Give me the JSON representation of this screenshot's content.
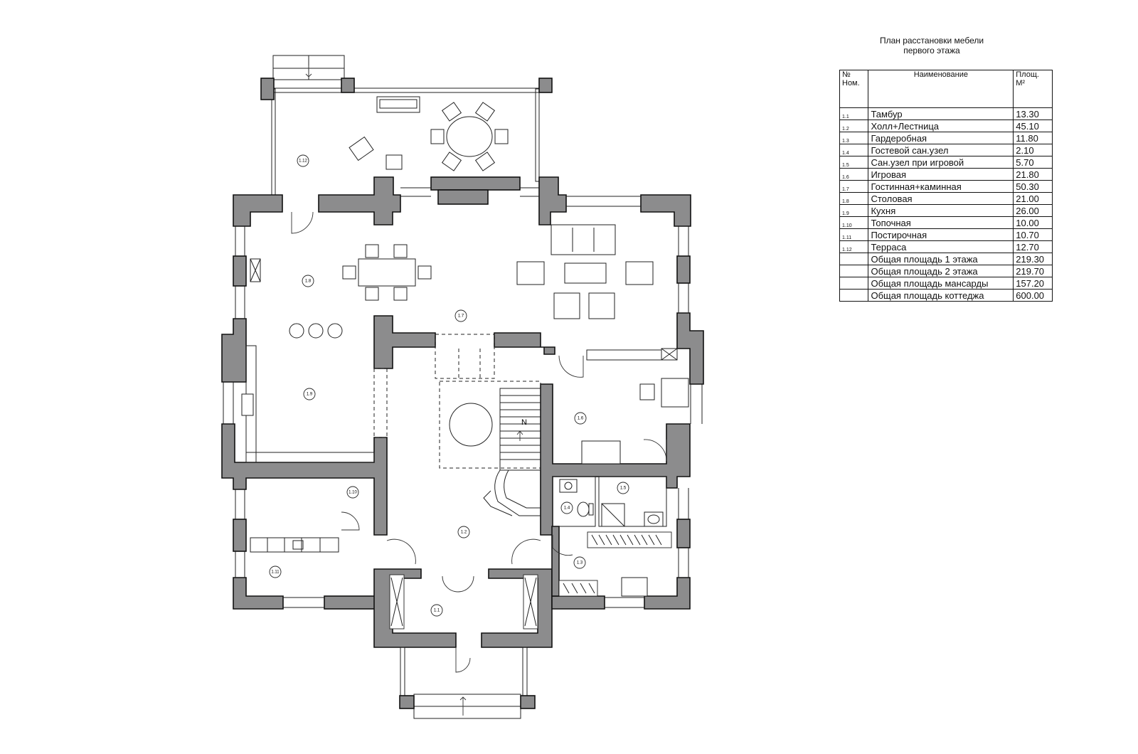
{
  "legend": {
    "title_line1": "План расстановки мебели",
    "title_line2": "первого этажа",
    "col_num": "№ Ном.",
    "col_name": "Наименование",
    "col_area": "Площ. М²",
    "rows": [
      {
        "num": "1.1",
        "name": "Тамбур",
        "area": "13.30"
      },
      {
        "num": "1.2",
        "name": "Холл+Лестница",
        "area": "45.10"
      },
      {
        "num": "1.3",
        "name": "Гардеробная",
        "area": "11.80"
      },
      {
        "num": "1.4",
        "name": "Гостевой сан.узел",
        "area": "2.10"
      },
      {
        "num": "1.5",
        "name": "Сан.узел при игровой",
        "area": "5.70"
      },
      {
        "num": "1.6",
        "name": "Игровая",
        "area": "21.80"
      },
      {
        "num": "1.7",
        "name": "Гостинная+каминная",
        "area": "50.30"
      },
      {
        "num": "1.8",
        "name": "Столовая",
        "area": "21.00"
      },
      {
        "num": "1.9",
        "name": "Кухня",
        "area": "26.00"
      },
      {
        "num": "1.10",
        "name": "Топочная",
        "area": "10.00"
      },
      {
        "num": "1.11",
        "name": "Постирочная",
        "area": "10.70"
      },
      {
        "num": "1.12",
        "name": "Терраса",
        "area": "12.70"
      },
      {
        "num": "",
        "name": "Общая площадь 1 этажа",
        "area": "219.30"
      },
      {
        "num": "",
        "name": "Общая площадь 2 этажа",
        "area": "219.70"
      },
      {
        "num": "",
        "name": "Общая площадь мансарды",
        "area": "157.20"
      },
      {
        "num": "",
        "name": "Общая площадь коттеджа",
        "area": "600.00"
      }
    ]
  },
  "plan": {
    "wall_color": "#8c8c8d",
    "room_labels": {
      "terrace": "1.12",
      "dining": "1.8",
      "living": "1.7",
      "kitchen": "1.9",
      "boiler": "1.10",
      "laundry": "1.11",
      "hall": "1.2",
      "vestibule": "1.1",
      "playroom": "1.6",
      "guest_wc": "1.4",
      "play_wc": "1.5",
      "wardrobe": "1.3"
    },
    "stair_arrow_label": "N"
  }
}
